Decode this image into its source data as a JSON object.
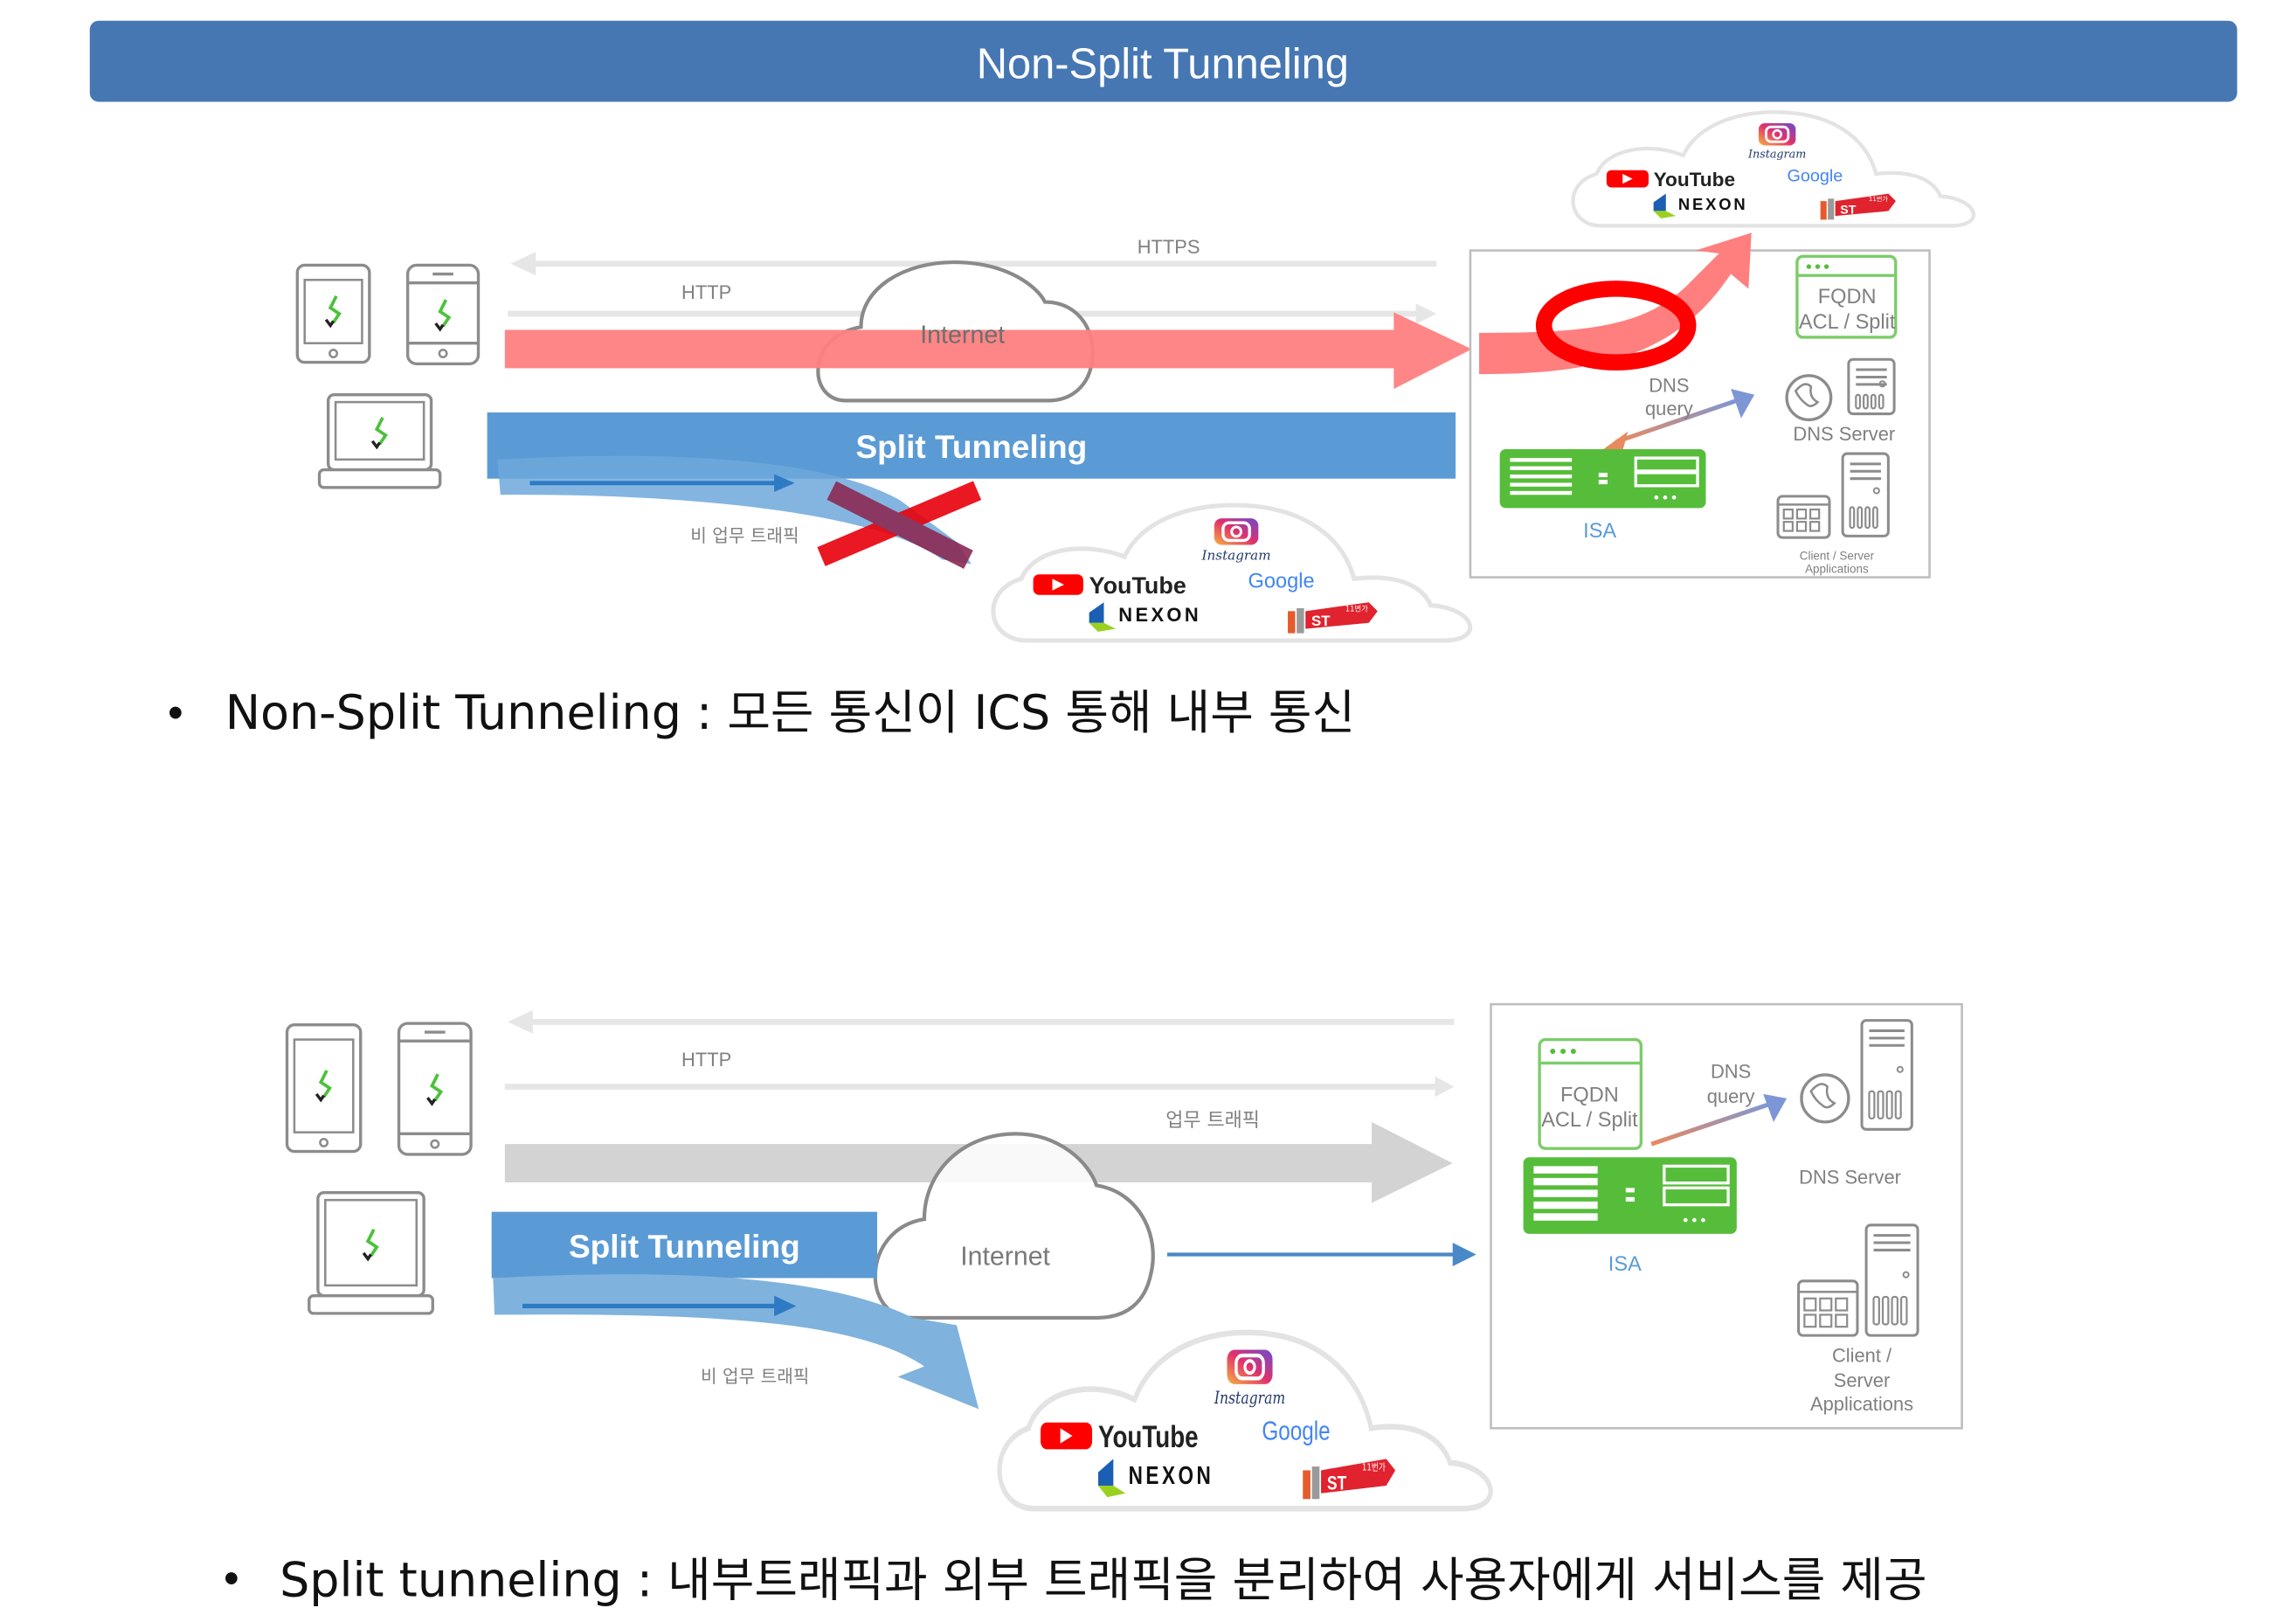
{
  "header": {
    "title": "Non-Split Tunneling",
    "color": "#4677b3"
  },
  "top": {
    "https_label": "HTTPS",
    "http_label": "HTTP",
    "internet_label": "Internet",
    "split_label": "Split Tunneling",
    "non_business_label": "비 업무 트래픽",
    "fqdn_line1": "FQDN",
    "fqdn_line2": "ACL / Split",
    "dns_query_line1": "DNS",
    "dns_query_line2": "query",
    "dns_server_label": "DNS Server",
    "isa_label": "ISA",
    "client_server_line1": "Client / Server",
    "client_server_line2": "Applications",
    "bullet": "•",
    "caption": "Non-Split Tunneling : 모든 통신이 ICS 통해 내부 통신"
  },
  "bottom": {
    "http_label": "HTTP",
    "business_label": "업무 트래픽",
    "internet_label": "Internet",
    "split_label": "Split Tunneling",
    "non_business_label": "비 업무 트래픽",
    "fqdn_line1": "FQDN",
    "fqdn_line2": "ACL / Split",
    "dns_query_line1": "DNS",
    "dns_query_line2": "query",
    "dns_server_label": "DNS Server",
    "isa_label": "ISA",
    "client_server_line1": "Client /",
    "client_server_line2": "Server",
    "client_server_line3": "Applications",
    "bullet": "•",
    "caption": "Split tunneling : 내부트래픽과 외부 트래픽을 분리하여 사용자에게 서비스를 제공"
  },
  "logos": {
    "instagram": "Instagram",
    "youtube": "YouTube",
    "google": "Google",
    "nexon": "NEXON",
    "st11": "ST",
    "st11_sub": "11번가"
  },
  "colors": {
    "pink_arrow": "#ff7f7f",
    "split_bar": "#5b9bd5",
    "isa_green": "#56bd3a",
    "grey_arrow": "#d3d3d3"
  }
}
